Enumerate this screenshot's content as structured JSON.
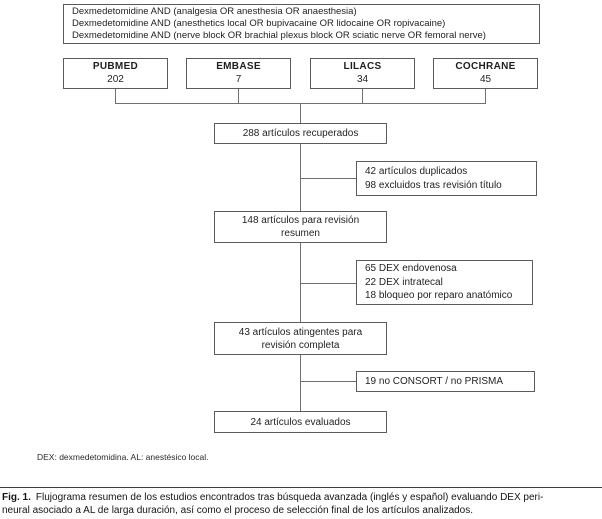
{
  "colors": {
    "background": "#ffffff",
    "box_border": "#5b5b5d",
    "connector_line": "#6f6f71",
    "text": "#1f1f1f"
  },
  "search_query_box": {
    "lines": [
      "Dexmedetomidine AND (analgesia OR anesthesia OR anaesthesia)",
      "Dexmedetomidine AND (anesthetics local OR bupivacaine OR lidocaine OR ropivacaine)",
      "Dexmedetomidine AND (nerve block OR brachial plexus block OR sciatic nerve OR femoral nerve)"
    ]
  },
  "databases": [
    {
      "name": "PUBMED",
      "count": "202"
    },
    {
      "name": "EMBASE",
      "count": "7"
    },
    {
      "name": "LILACS",
      "count": "34"
    },
    {
      "name": "COCHRANE",
      "count": "45"
    }
  ],
  "flow": {
    "retrieved": [
      "288 artículos recuperados"
    ],
    "excluded_after_title": [
      "42 artículos duplicados",
      "98 excluidos tras revisión título"
    ],
    "abstract_review": [
      "148 artículos para revisión",
      "resumen"
    ],
    "excluded_after_abstract": [
      "65 DEX endovenosa",
      "22 DEX intratecal",
      "18 bloqueo por reparo anatómico"
    ],
    "full_text_review": [
      "43 artículos atingentes para",
      "revisión completa"
    ],
    "excluded_reporting": [
      "19 no CONSORT / no PRISMA"
    ],
    "evaluated": [
      "24 artículos evaluados"
    ]
  },
  "footnote": "DEX: dexmedetomidina. AL: anestésico local.",
  "caption": {
    "label": "Fig. 1.",
    "line1": "Flujograma resumen de los estudios encontrados tras búsqueda avanzada (inglés y español) evaluando DEX peri-",
    "line2": "neural asociado a AL de larga duración, así como el proceso de selección final de los artículos analizados."
  }
}
